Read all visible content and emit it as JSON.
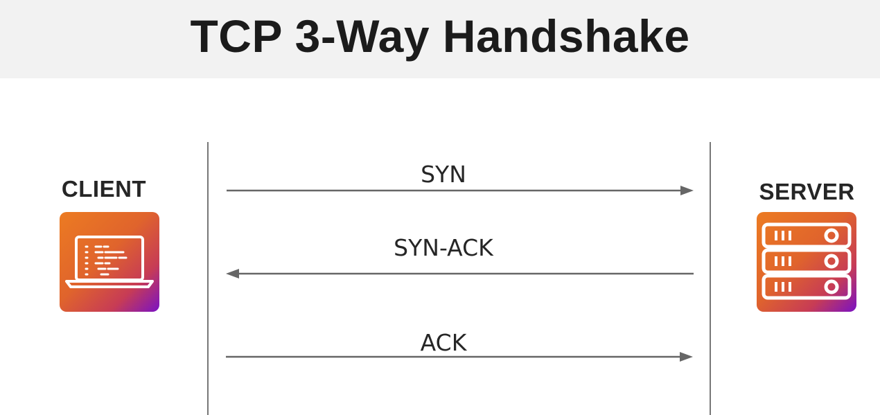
{
  "header": {
    "title": "TCP 3-Way Handshake"
  },
  "actors": {
    "client": {
      "label": "CLIENT",
      "icon": "laptop-icon"
    },
    "server": {
      "label": "SERVER",
      "icon": "server-rack-icon"
    }
  },
  "messages": [
    {
      "label": "SYN",
      "direction": "client-to-server"
    },
    {
      "label": "SYN-ACK",
      "direction": "server-to-client"
    },
    {
      "label": "ACK",
      "direction": "client-to-server"
    }
  ],
  "colors": {
    "gradient_start": "#ec7b22",
    "gradient_end": "#7a12c4",
    "arrow": "#666666",
    "title_bar_bg": "#f2f2f2"
  }
}
